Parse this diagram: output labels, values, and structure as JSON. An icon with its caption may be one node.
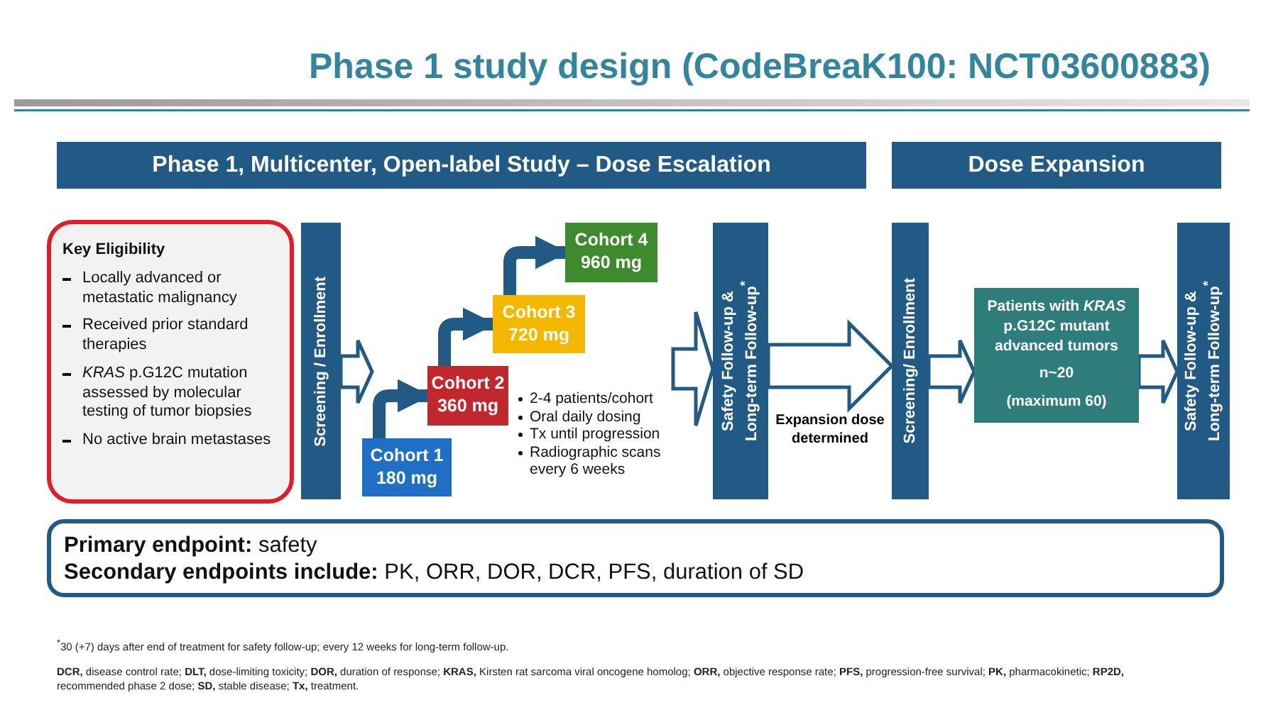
{
  "diagram": {
    "title": "Phase 1 study design (CodeBreaK100: NCT03600883)",
    "nodes": [
      {
        "text": [
          "Phase 1, Multicenter, Open-label Study – Dose Escalation"
        ]
      },
      {
        "text": [
          "Dose Expansion"
        ]
      },
      {
        "text": [
          "Key Eligibility",
          "Locally advanced or metastatic malignancy",
          "Received prior standard therapies",
          "*KRAS* p.G12C mutation assessed by molecular testing of tumor biopsies",
          "No active brain metastases"
        ]
      },
      {
        "text": [
          "Screening / Enrollment"
        ]
      },
      {
        "text": [
          "Cohort 1",
          "180 mg"
        ]
      },
      {
        "text": [
          "Cohort 2",
          "360 mg"
        ]
      },
      {
        "text": [
          "Cohort 3",
          "720 mg"
        ]
      },
      {
        "text": [
          "Cohort 4",
          "960 mg"
        ]
      },
      {
        "text": [
          "Safety Follow-up & Long-term Follow-up$^{*}$"
        ]
      },
      {
        "text": [
          "Screening/ Enrollment"
        ]
      },
      {
        "text": [
          "Patients with *KRAS* p.G12C mutant advanced tumors",
          "n~20",
          "(maximum 60)"
        ]
      },
      {
        "text": [
          "Safety Follow-up & Long-term Follow-up$^{*}$"
        ]
      },
      {
        "text": [
          "**Primary endpoint:** safety",
          "**Secondary endpoints include:** PK, ORR, DOR, DCR, PFS, duration of SD"
        ]
      }
    ],
    "edges": [
      {
        "from": 3,
        "to": null,
        "arrow": "to"
      },
      {
        "from": 4,
        "to": 5,
        "arrow": "to"
      },
      {
        "from": 5,
        "to": 6,
        "arrow": "to"
      },
      {
        "from": 6,
        "to": 7,
        "arrow": "to"
      },
      {
        "from": null,
        "to": 8,
        "arrow": "to"
      },
      {
        "from": 8,
        "to": 9,
        "arrow": "to",
        "label": "Expansion dose determined"
      },
      {
        "from": 9,
        "to": 10,
        "arrow": "to"
      },
      {
        "from": 10,
        "to": 11,
        "arrow": "to"
      }
    ],
    "labels": [
      "2-4 patients/cohort",
      "Oral daily dosing",
      "Tx until progression",
      "Radiographic scans every 6 weeks",
      "$^{*}$30 (+7) days after end of treatment for safety follow-up; every 12 weeks for long-term follow-up.",
      "**DCR,** disease control rate; **DLT,** dose-limiting toxicity; **DOR,** duration of response; **KRAS,** Kirsten rat sarcoma viral oncogene homolog; **ORR,** objective response rate; **PFS,** progression-free survival; **PK,** pharmacokinetic; **RP2D,** recommended phase 2 dose; **SD,** stable disease; **Tx,** treatment."
    ]
  }
}
